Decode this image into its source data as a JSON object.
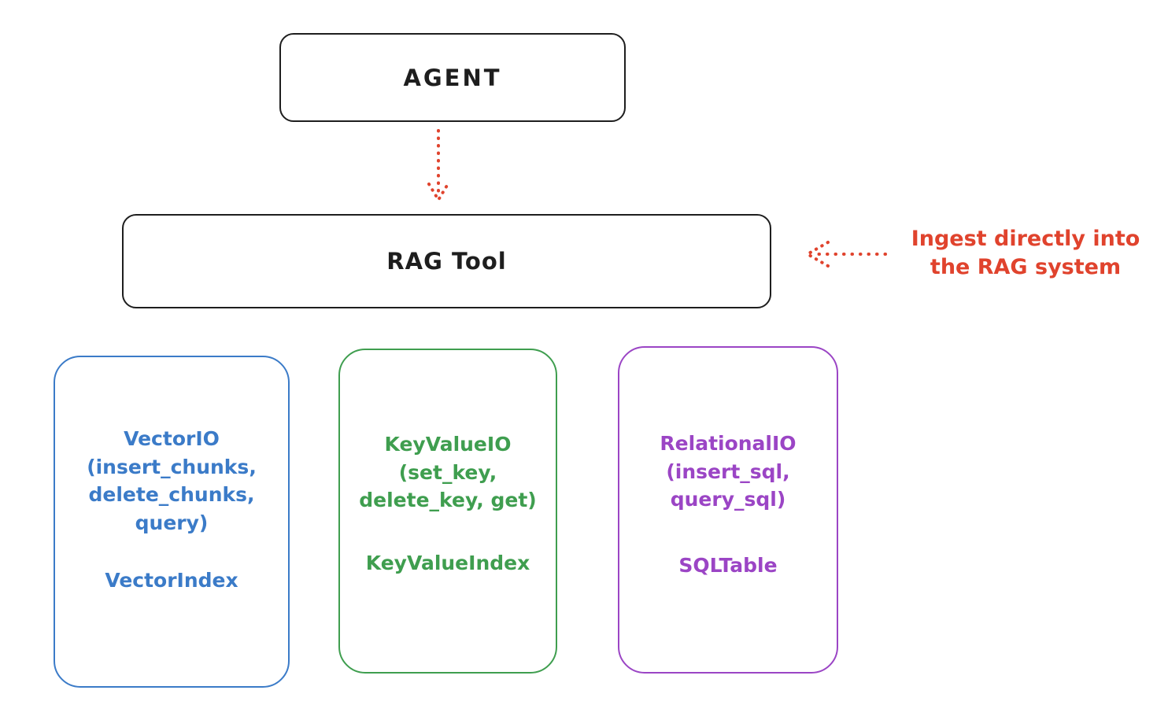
{
  "colors": {
    "ink": "#1e1e1e",
    "red": "#e0432d",
    "blue": "#3b7bc8",
    "green": "#3f9e4f",
    "purple": "#9b45c5",
    "background": "#ffffff"
  },
  "agent": {
    "label": "AGENT"
  },
  "rag_tool": {
    "label": "RAG Tool"
  },
  "annotation": {
    "text": "Ingest directly into\nthe RAG system"
  },
  "arrows": [
    {
      "name": "agent-to-rag",
      "style": "dotted",
      "direction": "down",
      "color": "#e0432d"
    },
    {
      "name": "annotation-to-rag",
      "style": "dotted",
      "direction": "left",
      "color": "#e0432d"
    }
  ],
  "storage_boxes": [
    {
      "title": "VectorIO",
      "methods": "(insert_chunks,\ndelete_chunks,\nquery)",
      "index": "VectorIndex",
      "color": "#3b7bc8"
    },
    {
      "title": "KeyValueIO",
      "methods": "(set_key,\ndelete_key, get)",
      "index": "KeyValueIndex",
      "color": "#3f9e4f"
    },
    {
      "title": "RelationalIO",
      "methods": "(insert_sql,\nquery_sql)",
      "index": "SQLTable",
      "color": "#9b45c5"
    }
  ]
}
